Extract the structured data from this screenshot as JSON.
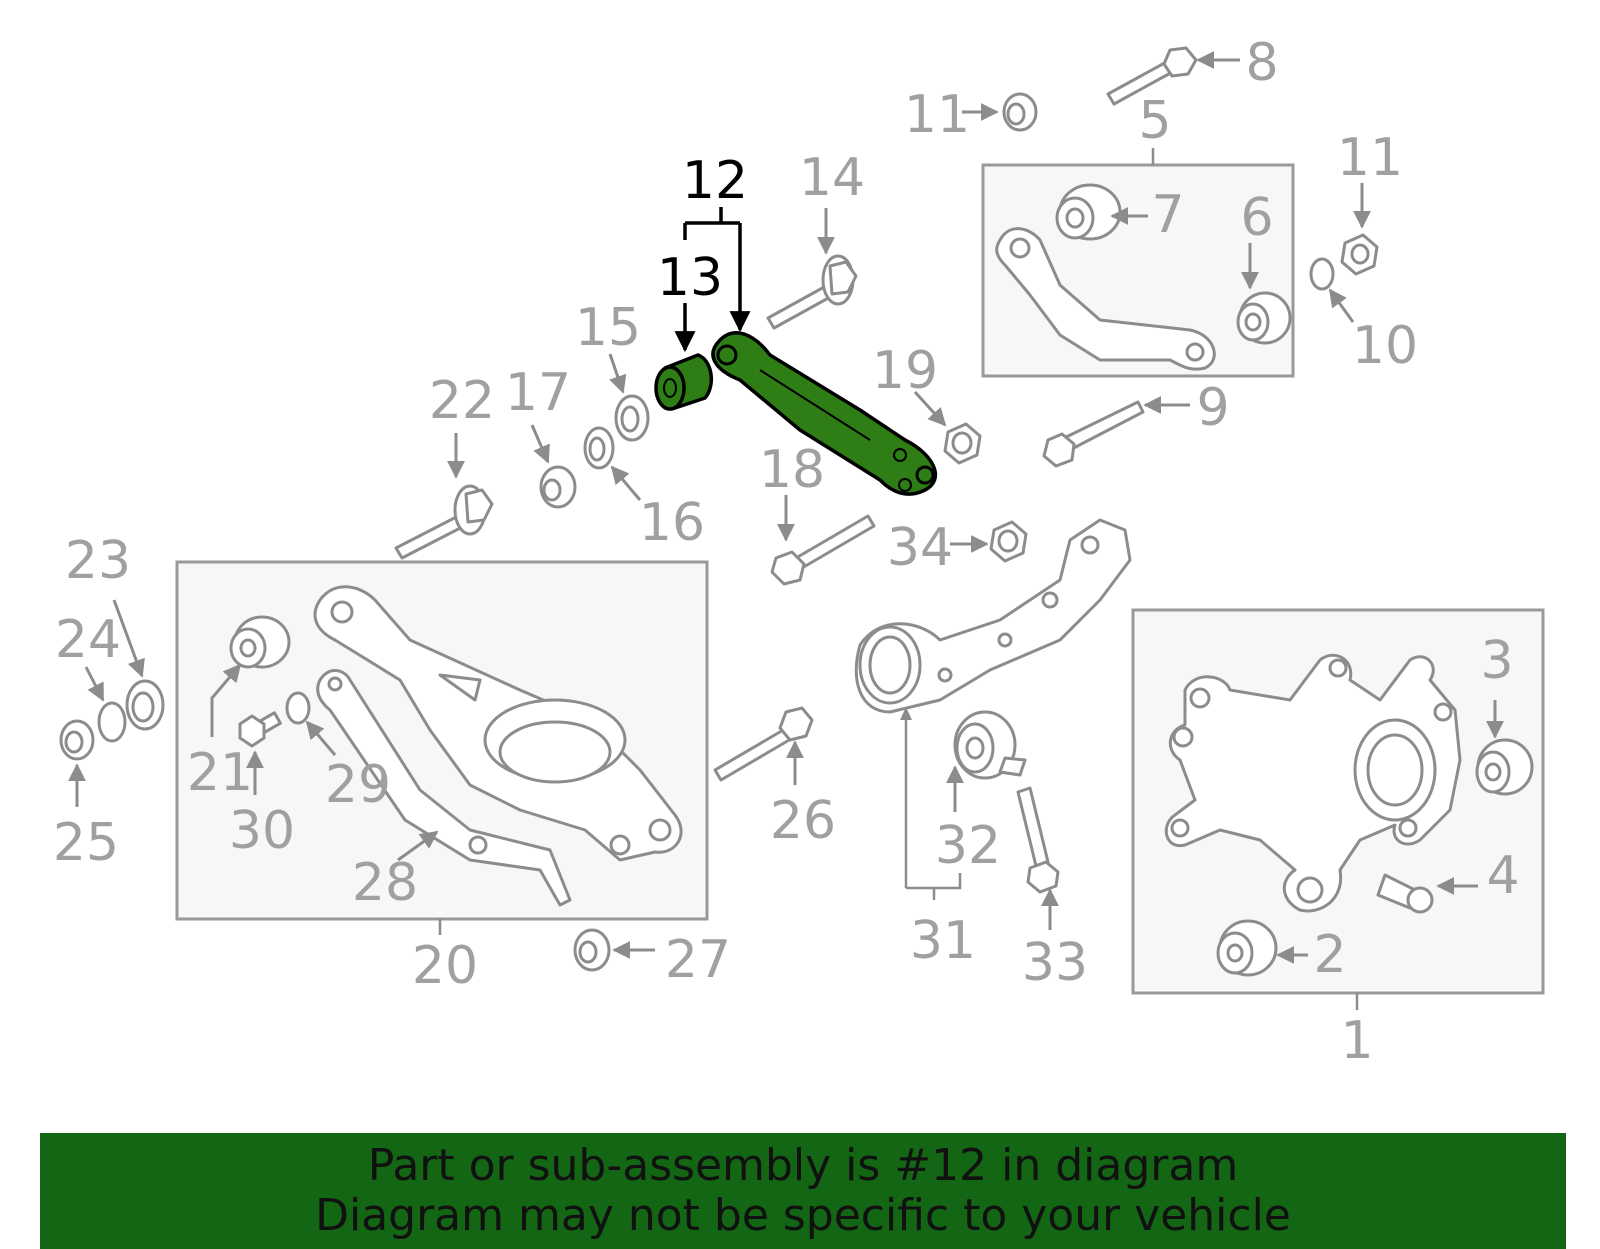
{
  "colors": {
    "highlight_fill": "#2e7d15",
    "banner_background": "#136613",
    "callout_gray": "#a0a0a0",
    "highlight_callout": "#000000"
  },
  "diagram": {
    "highlighted_part": "12",
    "callouts": {
      "c1": "1",
      "c2": "2",
      "c3": "3",
      "c4": "4",
      "c5": "5",
      "c6": "6",
      "c7": "7",
      "c8": "8",
      "c9": "9",
      "c10": "10",
      "c11a": "11",
      "c11b": "11",
      "c12": "12",
      "c13": "13",
      "c14": "14",
      "c15": "15",
      "c16": "16",
      "c17": "17",
      "c18": "18",
      "c19": "19",
      "c20": "20",
      "c21": "21",
      "c22": "22",
      "c23": "23",
      "c24": "24",
      "c25": "25",
      "c26": "26",
      "c27": "27",
      "c28": "28",
      "c29": "29",
      "c30": "30",
      "c31": "31",
      "c32": "32",
      "c33": "33",
      "c34": "34"
    }
  },
  "banner": {
    "line1": "Part or sub-assembly is #12 in diagram",
    "line2": "Diagram may not be specific to your vehicle"
  }
}
